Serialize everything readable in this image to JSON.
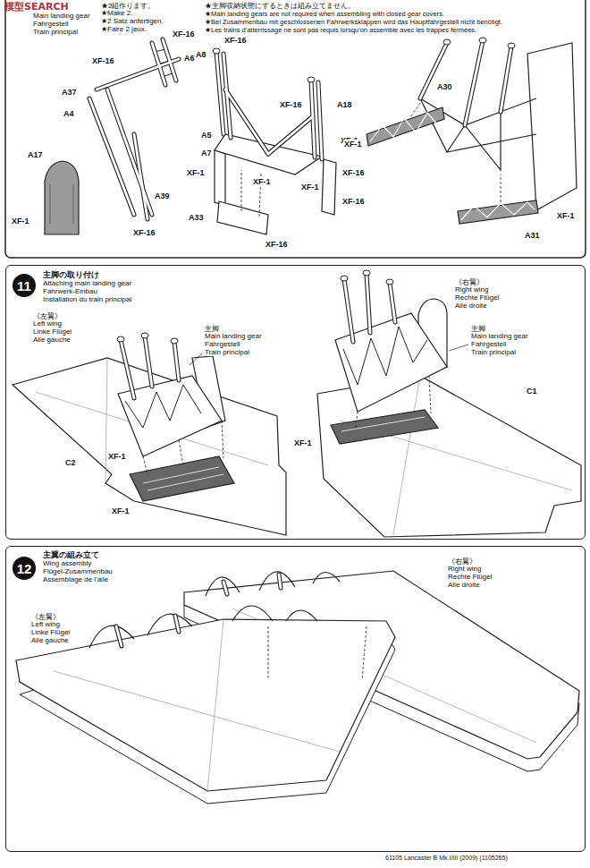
{
  "diagram": {
    "nodes": [
      {
        "text": [
          "主脚の取り付け",
          "Attaching main landing gear",
          "Fahrwerk-Einbau",
          "Installation du train principal"
        ]
      },
      {
        "text": [
          "11"
        ],
        "in": 0
      },
      {
        "text": [
          "主翼の組み立て",
          "Wing assembly",
          "Flügel-Zusammenbau",
          "Assemblage de l'aile"
        ]
      },
      {
        "text": [
          "12"
        ],
        "in": 2
      }
    ],
    "labels": [
      "模型SEARCH",
      "★2組作ります。",
      "★Make 2.",
      "★2 Satz anfertigen.",
      "★Faire 2 jeux.",
      "Main landing gear",
      "Fahrgestell",
      "Train principal",
      "★主脚収納状態にするときは組み立てません。",
      "★Main landing gears are not required when assembling with closed gear covers.",
      "★Bei Zusammenbau mit geschlossenen Fahrwerksklappen wird das Hauptfahrgestell nicht benötigt.",
      "★Les trains d'atterrissage ne sont pas requis lorsqu'on assemble avec les trappes fermées.",
      "XF-16",
      "A6",
      "XF-16",
      "A37",
      "A4",
      "A17",
      "XF-1",
      "A39",
      "XF-16",
      "XF-16",
      "A8",
      "XF-16",
      "A18",
      "XF-1",
      "A5",
      "A7",
      "XF-1",
      "XF-16",
      "XF-1",
      "XF-16",
      "A33",
      "XF-16",
      "XF-1",
      "A30",
      "XF-1",
      "XF-1",
      "A31",
      "《左翼》",
      "Left wing",
      "Linke Flügel",
      "Aile gauche",
      "主脚",
      "Main landing gear",
      "Fahrgestell",
      "Train principal",
      "C2",
      "XF-1",
      "XF-1",
      "《右翼》",
      "Right wing",
      "Rechte Flügel",
      "Aile droite",
      "主脚",
      "Main landing gear",
      "Fahrgestell",
      "Train principal",
      "C1",
      "XF-1",
      "《左翼》",
      "Left wing",
      "Linke Flügel",
      "Aile gauche",
      "《右翼》",
      "Right wing",
      "Rechte Flügel",
      "Aile droite",
      "61105 Lancaster B Mk.I/III (2009) (1105265)"
    ]
  }
}
